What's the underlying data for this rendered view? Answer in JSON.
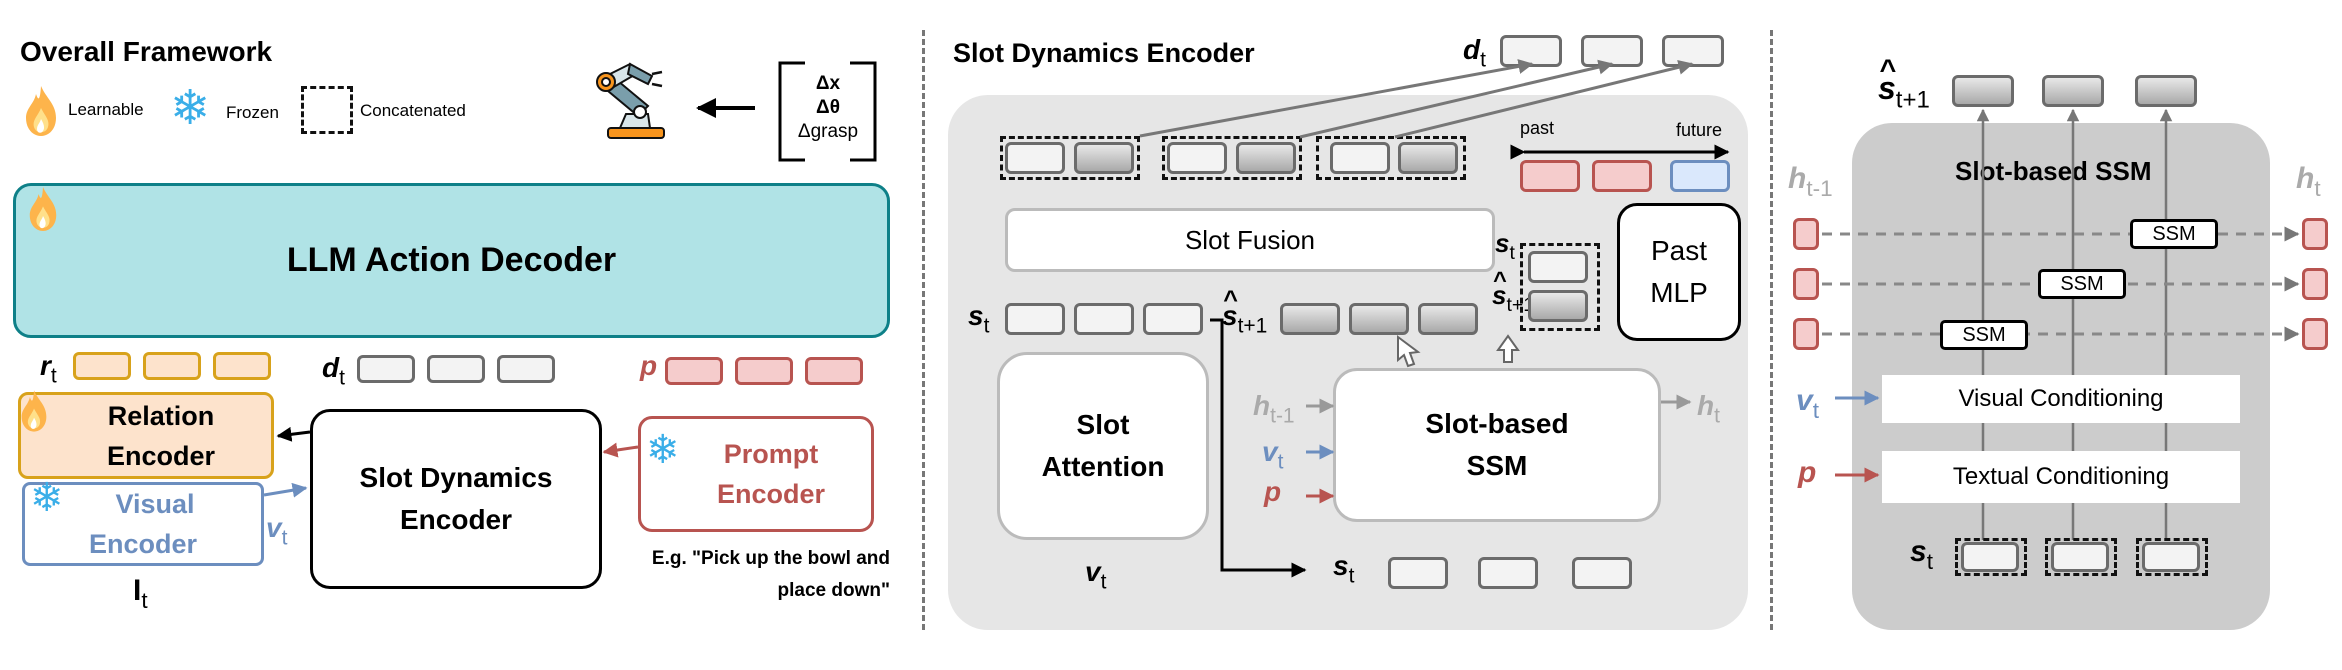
{
  "overall": {
    "title": "Overall Framework",
    "legend": [
      {
        "icon": "flame-icon",
        "label": "Learnable"
      },
      {
        "icon": "snowflake-icon",
        "label": "Frozen"
      },
      {
        "icon": "dashed-box-icon",
        "label": "Concatenated"
      }
    ],
    "action_vector": [
      "Δx",
      "Δθ",
      "Δgrasp"
    ],
    "llm_decoder_label": "LLM Action Decoder",
    "relation_tokens_label": {
      "base": "r",
      "sub": "t"
    },
    "dynamics_tokens_label": {
      "base": "d",
      "sub": "t"
    },
    "prompt_tokens_label": {
      "base": "p"
    },
    "relation_encoder_label": [
      "Relation",
      "Encoder"
    ],
    "visual_encoder_label": [
      "Visual",
      "Encoder"
    ],
    "visual_feature_label": {
      "base": "v",
      "sub": "t"
    },
    "image_label": {
      "base": "I",
      "sub": "t"
    },
    "slot_dynamics_encoder_label": [
      "Slot Dynamics",
      "Encoder"
    ],
    "prompt_encoder_label": [
      "Prompt",
      "Encoder"
    ],
    "prompt_example": [
      "E.g. \"Pick up the bowl and",
      "place down\""
    ]
  },
  "sde": {
    "title": "Slot Dynamics Encoder",
    "dt_label": {
      "base": "d",
      "sub": "t"
    },
    "past_label": "past",
    "future_label": "future",
    "slot_fusion_label": "Slot Fusion",
    "past_mlp_label": [
      "Past",
      "MLP"
    ],
    "st_label": {
      "base": "s",
      "sub": "t"
    },
    "st1_label": {
      "base": "s",
      "sub": "t+1"
    },
    "slot_attention_label": [
      "Slot",
      "Attention"
    ],
    "ssm_label": [
      "Slot-based",
      "SSM"
    ],
    "h_prev_label": {
      "base": "h",
      "sub": "t-1"
    },
    "h_next_label": {
      "base": "h",
      "sub": "t"
    },
    "vt_label": {
      "base": "v",
      "sub": "t"
    },
    "p_label": {
      "base": "p"
    }
  },
  "ssm_detail": {
    "title": "Slot-based SSM",
    "st1_label": {
      "base": "s",
      "sub": "t+1"
    },
    "h_prev_label": {
      "base": "h",
      "sub": "t-1"
    },
    "h_next_label": {
      "base": "h",
      "sub": "t"
    },
    "ssm_blocks": [
      "SSM",
      "SSM",
      "SSM"
    ],
    "visual_conditioning": "Visual Conditioning",
    "textual_conditioning": "Textual Conditioning",
    "vt_label": {
      "base": "v",
      "sub": "t"
    },
    "p_label": {
      "base": "p"
    },
    "st_label": {
      "base": "s",
      "sub": "t"
    }
  },
  "colors": {
    "llm_fill": "#b0e3e6",
    "llm_border": "#0e8088",
    "relation_fill": "#fde3cc",
    "relation_border": "#d8a21b",
    "visual_border": "#6c8ebf",
    "prompt_border": "#b85450",
    "panel_gray": "#e6e6e6",
    "ssm_panel_gray": "#cccccc"
  }
}
